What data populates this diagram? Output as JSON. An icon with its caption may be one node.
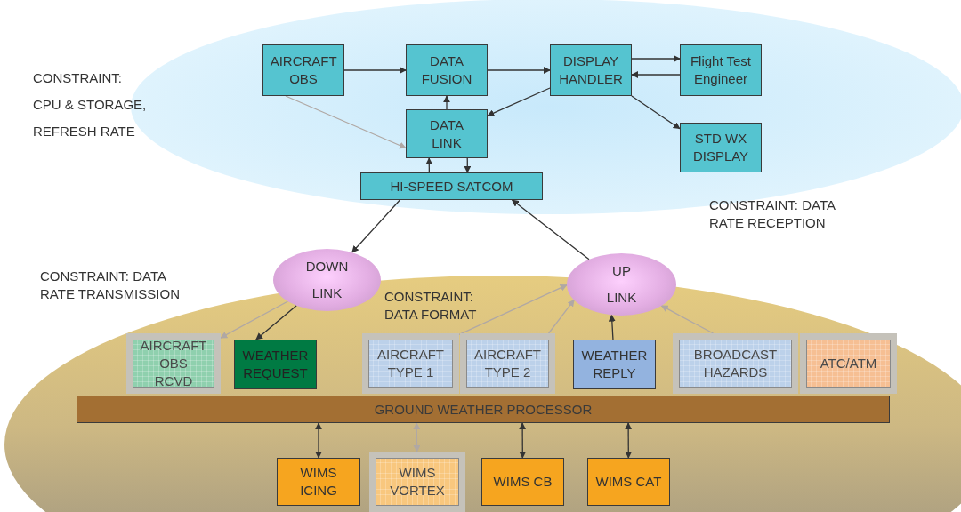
{
  "diagram": {
    "nodes": [
      {
        "text": [
          "AIRCRAFT OBS"
        ]
      },
      {
        "text": [
          "DATA FUSION"
        ]
      },
      {
        "text": [
          "DISPLAY HANDLER"
        ]
      },
      {
        "text": [
          "Flight Test Engineer"
        ]
      },
      {
        "text": [
          "DATA LINK"
        ]
      },
      {
        "text": [
          "STD WX DISPLAY"
        ]
      },
      {
        "text": [
          "HI-SPEED SATCOM"
        ]
      },
      {
        "text": [
          "DOWN LINK"
        ]
      },
      {
        "text": [
          "UP LINK"
        ]
      },
      {
        "text": [
          "AIRCRAFT OBS RCVD"
        ]
      },
      {
        "text": [
          "WEATHER REQUEST"
        ]
      },
      {
        "text": [
          "AIRCRAFT TYPE 1"
        ]
      },
      {
        "text": [
          "AIRCRAFT TYPE 2"
        ]
      },
      {
        "text": [
          "WEATHER REPLY"
        ]
      },
      {
        "text": [
          "BROADCAST HAZARDS"
        ]
      },
      {
        "text": [
          "ATC/ATM"
        ]
      },
      {
        "text": [
          "GROUND WEATHER PROCESSOR"
        ]
      },
      {
        "text": [
          "WIMS ICING"
        ]
      },
      {
        "text": [
          "WIMS VORTEX"
        ]
      },
      {
        "text": [
          "WIMS CB"
        ]
      },
      {
        "text": [
          "WIMS CAT"
        ]
      }
    ],
    "edges": [
      {
        "from": 0,
        "to": 1,
        "arrow": "to"
      },
      {
        "from": 1,
        "to": 2,
        "arrow": "to"
      },
      {
        "from": 2,
        "to": 3,
        "arrow": "to"
      },
      {
        "from": 3,
        "to": 2,
        "arrow": "to"
      },
      {
        "from": 2,
        "to": 4,
        "arrow": "to"
      },
      {
        "from": 2,
        "to": 5,
        "arrow": "to"
      },
      {
        "from": 0,
        "to": 4,
        "arrow": "to",
        "color": "#b0a8a4"
      },
      {
        "from": 4,
        "to": 1,
        "arrow": "to"
      },
      {
        "from": 6,
        "to": 4,
        "arrow": "to"
      },
      {
        "from": 4,
        "to": 6,
        "arrow": "to"
      },
      {
        "from": 6,
        "to": 7,
        "arrow": "to"
      },
      {
        "from": 8,
        "to": 6,
        "arrow": "to"
      },
      {
        "from": 7,
        "to": 9,
        "arrow": "to",
        "color": "#b0a8a4"
      },
      {
        "from": 7,
        "to": 10,
        "arrow": "to"
      },
      {
        "from": 11,
        "to": 8,
        "arrow": "to",
        "color": "#b0a8a4"
      },
      {
        "from": 12,
        "to": 8,
        "arrow": "to",
        "color": "#b0a8a4"
      },
      {
        "from": 13,
        "to": 8,
        "arrow": "to"
      },
      {
        "from": 14,
        "to": 8,
        "arrow": "to",
        "color": "#b0a8a4"
      },
      {
        "from": 16,
        "to": 17,
        "arrow": "both"
      },
      {
        "from": 16,
        "to": 18,
        "arrow": "both",
        "color": "#b0a8a4"
      },
      {
        "from": 16,
        "to": 19,
        "arrow": "both"
      },
      {
        "from": 16,
        "to": 20,
        "arrow": "both"
      }
    ],
    "labels": [
      "CONSTRAINT:",
      "CPU & STORAGE,",
      "REFRESH RATE",
      "CONSTRAINT: DATA RATE RECEPTION",
      "CONSTRAINT: DATA RATE TRANSMISSION",
      "CONSTRAINT: DATA FORMAT"
    ]
  }
}
